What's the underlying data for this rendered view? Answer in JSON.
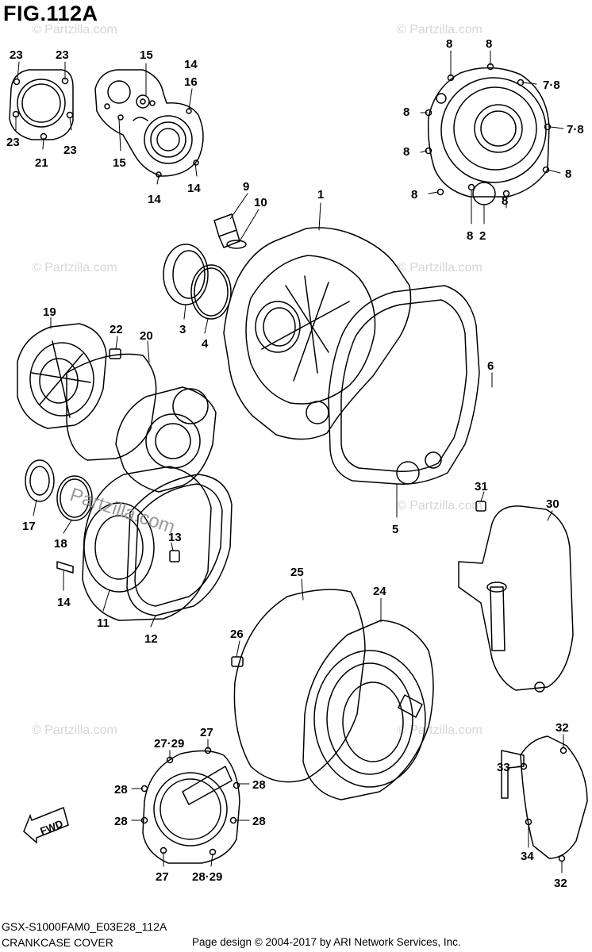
{
  "header": {
    "title": "FIG.112A"
  },
  "footer": {
    "model_code": "GSX-S1000FAM0_E03E28_112A",
    "section_name": "CRANKCASE COVER",
    "copyright": "Page design © 2004-2017 by ARI Network Services, Inc."
  },
  "direction_badge": {
    "label": "FWD"
  },
  "watermark": {
    "text": "© Partzilla.com",
    "inline_text": "Partzilla.com"
  },
  "callouts": [
    {
      "id": "c23a",
      "text": "23"
    },
    {
      "id": "c23b",
      "text": "23"
    },
    {
      "id": "c23c",
      "text": "23"
    },
    {
      "id": "c23d",
      "text": "23"
    },
    {
      "id": "c21",
      "text": "21"
    },
    {
      "id": "c15a",
      "text": "15"
    },
    {
      "id": "c15b",
      "text": "15"
    },
    {
      "id": "c14a",
      "text": "14"
    },
    {
      "id": "c16",
      "text": "16"
    },
    {
      "id": "c14b",
      "text": "14"
    },
    {
      "id": "c14c",
      "text": "14"
    },
    {
      "id": "c8a",
      "text": "8"
    },
    {
      "id": "c8b",
      "text": "8"
    },
    {
      "id": "c78a",
      "text": "7·8"
    },
    {
      "id": "c8c",
      "text": "8"
    },
    {
      "id": "c78b",
      "text": "7·8"
    },
    {
      "id": "c8d",
      "text": "8"
    },
    {
      "id": "c8e",
      "text": "8"
    },
    {
      "id": "c8f",
      "text": "8"
    },
    {
      "id": "c8g",
      "text": "8"
    },
    {
      "id": "c8h",
      "text": "8"
    },
    {
      "id": "c2",
      "text": "2"
    },
    {
      "id": "c9",
      "text": "9"
    },
    {
      "id": "c10",
      "text": "10"
    },
    {
      "id": "c1",
      "text": "1"
    },
    {
      "id": "c3",
      "text": "3"
    },
    {
      "id": "c4",
      "text": "4"
    },
    {
      "id": "c19",
      "text": "19"
    },
    {
      "id": "c22",
      "text": "22"
    },
    {
      "id": "c20",
      "text": "20"
    },
    {
      "id": "c6",
      "text": "6"
    },
    {
      "id": "c17",
      "text": "17"
    },
    {
      "id": "c18",
      "text": "18"
    },
    {
      "id": "c13",
      "text": "13"
    },
    {
      "id": "c14d",
      "text": "14"
    },
    {
      "id": "c11",
      "text": "11"
    },
    {
      "id": "c12",
      "text": "12"
    },
    {
      "id": "c5",
      "text": "5"
    },
    {
      "id": "c31",
      "text": "31"
    },
    {
      "id": "c30",
      "text": "30"
    },
    {
      "id": "c25",
      "text": "25"
    },
    {
      "id": "c24",
      "text": "24"
    },
    {
      "id": "c26",
      "text": "26"
    },
    {
      "id": "c2729a",
      "text": "27·29"
    },
    {
      "id": "c27a",
      "text": "27"
    },
    {
      "id": "c28a",
      "text": "28"
    },
    {
      "id": "c28b",
      "text": "28"
    },
    {
      "id": "c28c",
      "text": "28"
    },
    {
      "id": "c28d",
      "text": "28"
    },
    {
      "id": "c27b",
      "text": "27"
    },
    {
      "id": "c2829",
      "text": "28·29"
    },
    {
      "id": "c32a",
      "text": "32"
    },
    {
      "id": "c33",
      "text": "33"
    },
    {
      "id": "c34",
      "text": "34"
    },
    {
      "id": "c32b",
      "text": "32"
    }
  ]
}
